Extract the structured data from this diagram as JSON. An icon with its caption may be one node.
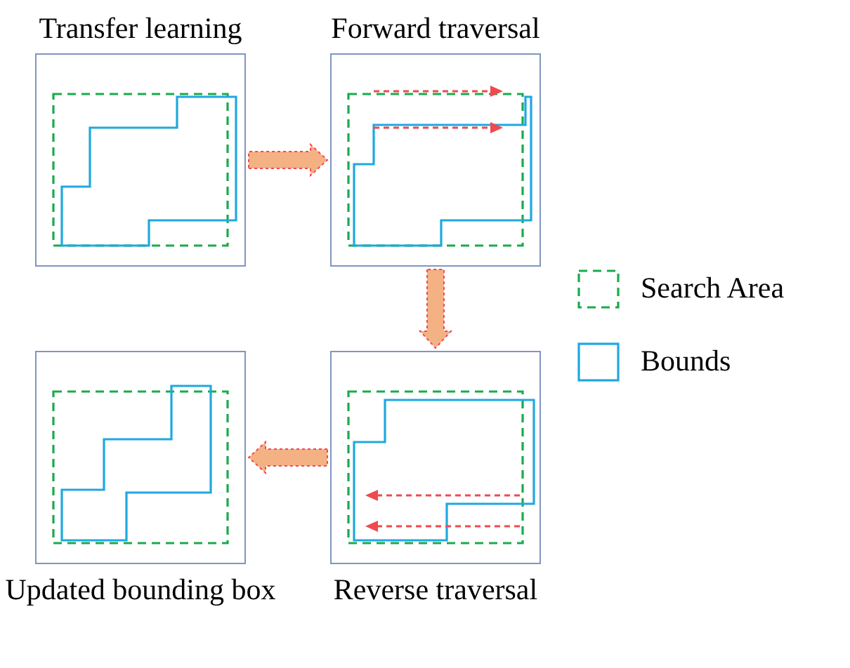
{
  "diagram": {
    "nodes": [
      {
        "text": [
          "Transfer learning"
        ]
      },
      {
        "text": [
          "Forward traversal"
        ]
      },
      {
        "text": [
          "Updated bounding box"
        ]
      },
      {
        "text": [
          "Reverse traversal"
        ]
      }
    ],
    "edges": [
      {
        "from": 0,
        "to": 1,
        "arrow": "to",
        "style": "thick"
      },
      {
        "from": 1,
        "to": 3,
        "arrow": "to",
        "style": "thick"
      },
      {
        "from": 3,
        "to": 2,
        "arrow": "to",
        "style": "thick"
      }
    ],
    "legend": [
      {
        "text": "Search Area"
      },
      {
        "text": "Bounds"
      }
    ]
  }
}
